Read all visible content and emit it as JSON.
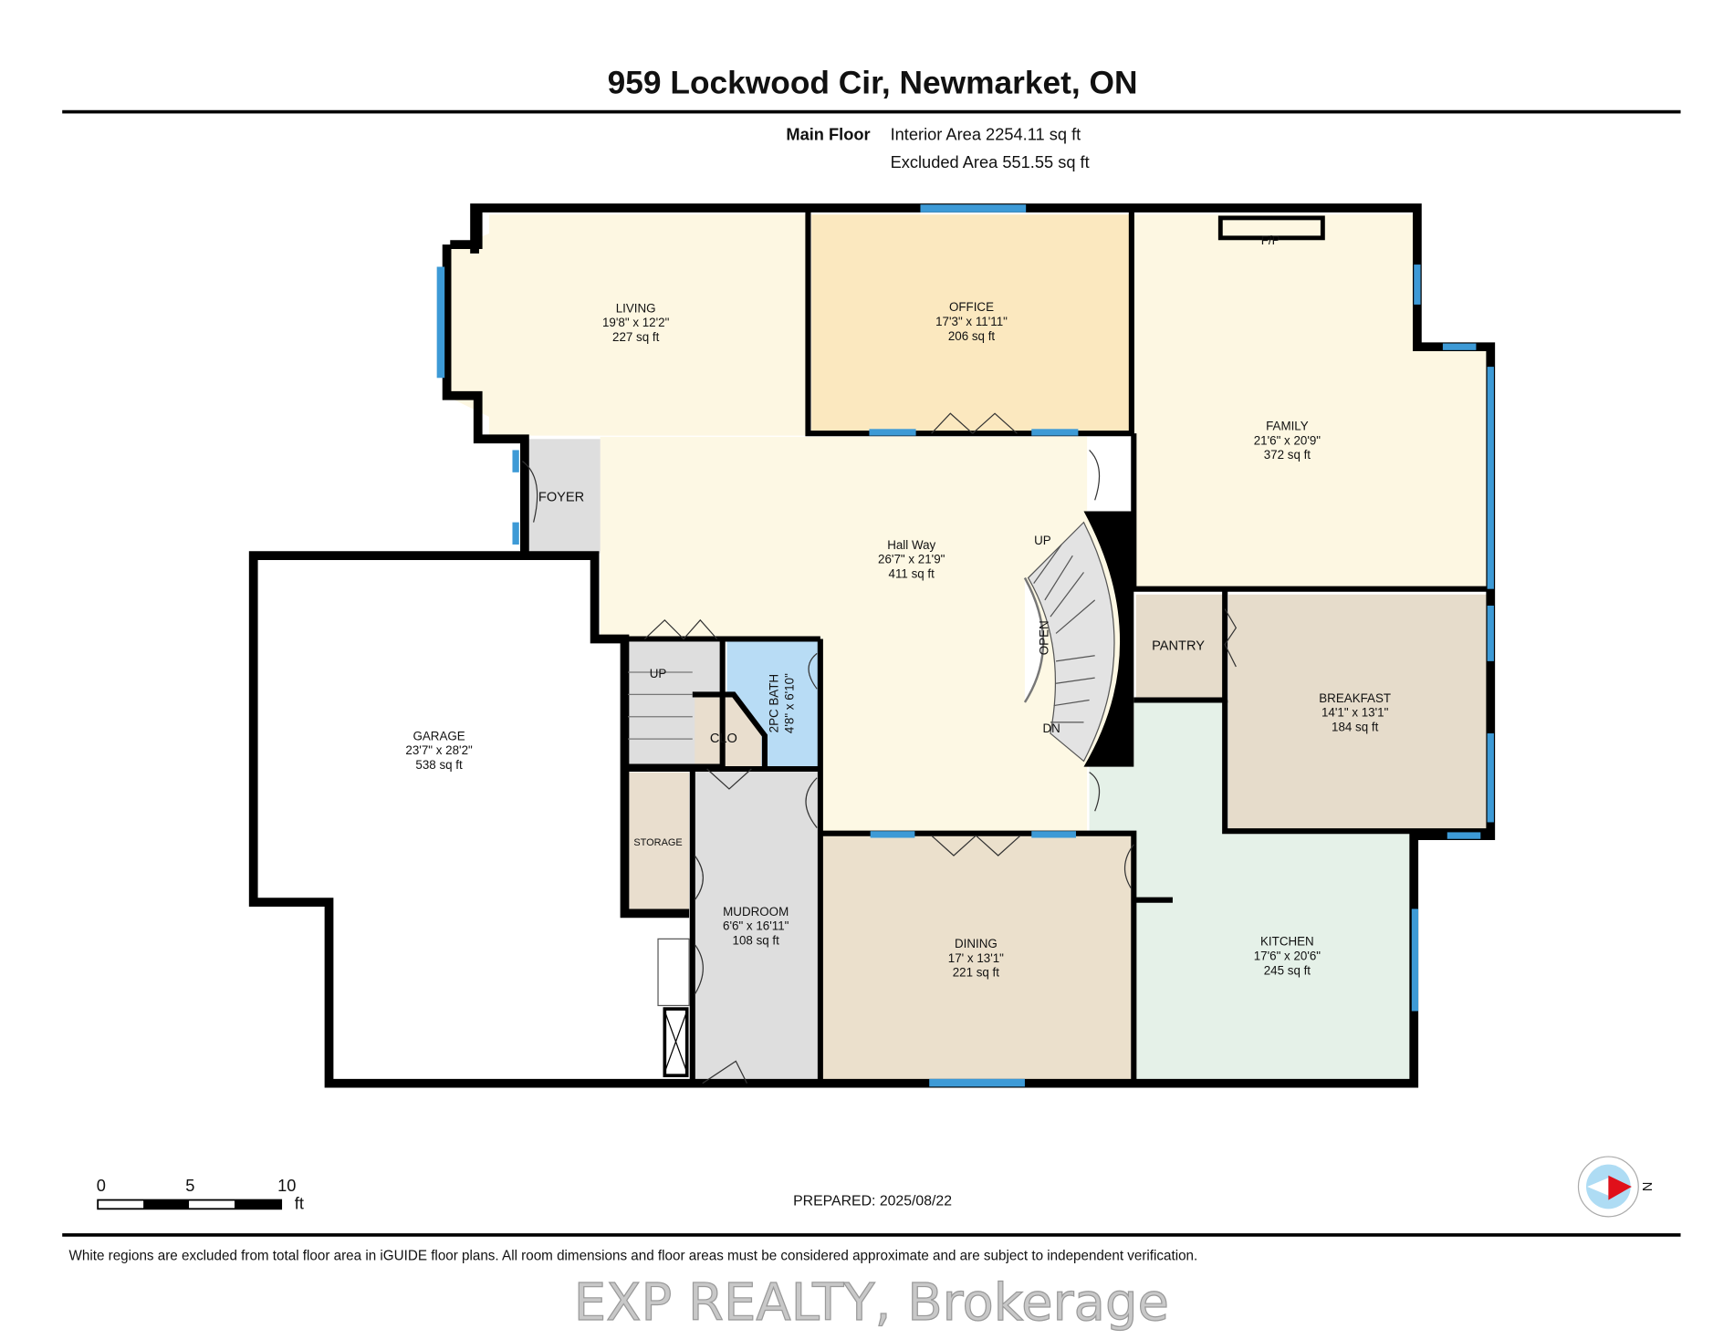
{
  "header": {
    "address": "959 Lockwood Cir, Newmarket, ON",
    "floor_label": "Main Floor",
    "interior_area": "Interior Area 2254.11 sq ft",
    "excluded_area": "Excluded Area 551.55 sq ft"
  },
  "rooms": {
    "living": {
      "name": "LIVING",
      "dims": "19'8\" x 12'2\"",
      "area": "227 sq ft"
    },
    "office": {
      "name": "OFFICE",
      "dims": "17'3\" x 11'11\"",
      "area": "206 sq ft"
    },
    "family": {
      "name": "FAMILY",
      "dims": "21'6\" x 20'9\"",
      "area": "372 sq ft"
    },
    "hallway": {
      "name": "Hall Way",
      "dims": "26'7\" x 21'9\"",
      "area": "411 sq ft"
    },
    "garage": {
      "name": "GARAGE",
      "dims": "23'7\" x 28'2\"",
      "area": "538 sq ft"
    },
    "bath": {
      "name": "2PC BATH",
      "dims": "4'8\" x 6'10\""
    },
    "breakfast": {
      "name": "BREAKFAST",
      "dims": "14'1\" x 13'1\"",
      "area": "184 sq ft"
    },
    "mudroom": {
      "name": "MUDROOM",
      "dims": "6'6\" x 16'11\"",
      "area": "108 sq ft"
    },
    "dining": {
      "name": "DINING",
      "dims": "17' x 13'1\"",
      "area": "221 sq ft"
    },
    "kitchen": {
      "name": "KITCHEN",
      "dims": "17'6\" x 20'6\"",
      "area": "245 sq ft"
    }
  },
  "labels": {
    "foyer": "FOYER",
    "pantry": "PANTRY",
    "clo": "CLO",
    "storage": "STORAGE",
    "fireplace": "F/P",
    "stair_up": "UP",
    "stair_up2": "UP",
    "stair_dn": "DN",
    "open": "OPEN"
  },
  "scale_bar": {
    "ticks": [
      "0",
      "5",
      "10"
    ],
    "unit": "ft"
  },
  "prepared": "PREPARED: 2025/08/22",
  "compass": {
    "label": "N",
    "icon": "compass-icon"
  },
  "footer": {
    "disclaimer": "White regions are excluded from total floor area in iGUIDE floor plans. All room dimensions and floor areas must be considered approximate and are subject to independent verification.",
    "watermark": "EXP REALTY, Brokerage"
  },
  "colors": {
    "window": "#3d9ad6",
    "living": "#fdf7e2",
    "office": "#fbe8bf",
    "bath": "#b8dcf5",
    "kitchen": "#e5f1e8",
    "dining": "#ebe0cc",
    "utility": "#dedede"
  }
}
